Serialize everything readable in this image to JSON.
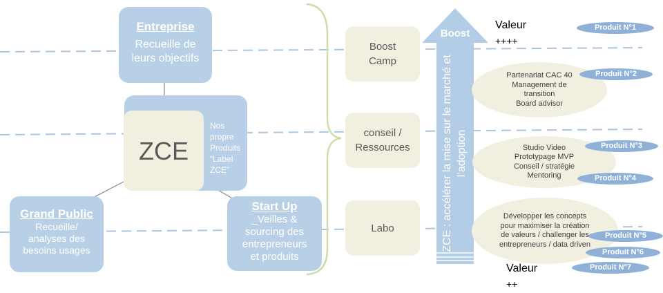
{
  "left": {
    "entreprise": {
      "title": "Entreprise",
      "body": "Recueille de leurs objectifs"
    },
    "zce": {
      "label": "ZCE",
      "side_text": "Nos propre Produits “Label ZCE”"
    },
    "grand_public": {
      "title": "Grand Public",
      "body": "Recueille/ analyses des besoins usages"
    },
    "startup": {
      "title": "Start Up",
      "body": "_Veilles & sourcing des entrepreneurs et produits"
    }
  },
  "middle": {
    "boost_camp": "Boost Camp",
    "conseil": "conseil / Ressources",
    "labo": "Labo"
  },
  "arrow": {
    "head_label": "Boost",
    "shaft_text": "ZCE  : accélérer la mise sur le marché et l’adoption"
  },
  "right": {
    "valeur_top": {
      "line1": "Valeur",
      "line2": "++++"
    },
    "valeur_bottom": {
      "line1": "Valeur",
      "line2": "++"
    },
    "ellipse1": [
      "Partenariat CAC 40",
      "Management de transition",
      "Board advisor"
    ],
    "ellipse2": [
      "Studio Video",
      "Prototypage MVP",
      "Conseil / stratégie",
      "Mentoring"
    ],
    "ellipse3": [
      "Développer les concepts pour maximiser la création de valeurs / challenger les entrepreneurs / data driven"
    ],
    "products": [
      "Produit N°1",
      "Produit N°2",
      "Produit N°3",
      "Produit N°4",
      "Produit N°5",
      "Produit N°6",
      "Produit N°7"
    ]
  },
  "colors": {
    "box_blue": "#b8d0e6",
    "beige": "#f1efe0",
    "pill_blue": "#8fb1d8",
    "dash_blue": "#a9c6e3",
    "brace_green": "#cfdcae",
    "arrow_blue": "#b4cde6"
  }
}
